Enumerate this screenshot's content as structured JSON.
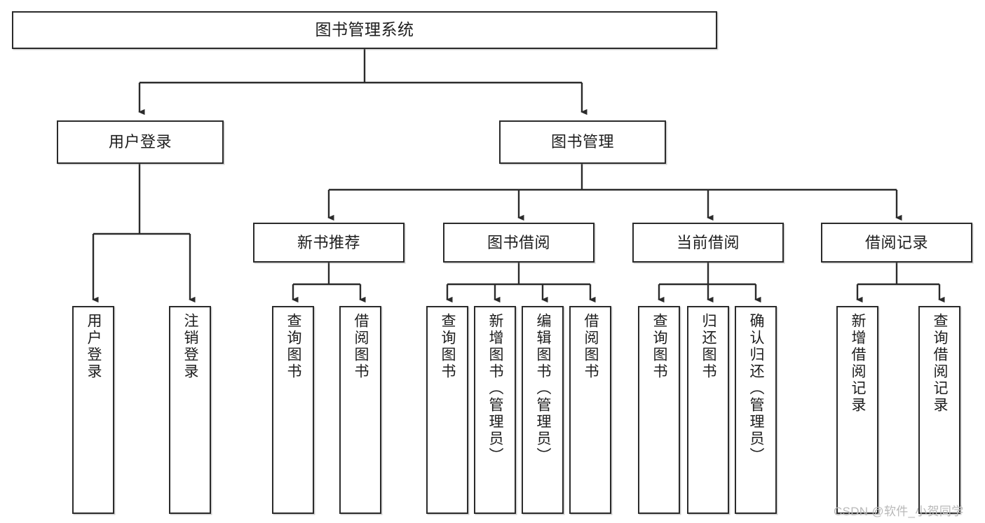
{
  "diagram": {
    "title": "图书管理系统",
    "type": "tree",
    "root": {
      "label": "图书管理系统"
    },
    "level2": [
      {
        "label": "用户登录"
      },
      {
        "label": "图书管理"
      }
    ],
    "level3": [
      {
        "label": "新书推荐"
      },
      {
        "label": "图书借阅"
      },
      {
        "label": "当前借阅"
      },
      {
        "label": "借阅记录"
      }
    ],
    "leaves": {
      "user_login": [
        {
          "label": "用户登录"
        },
        {
          "label": "注销登录"
        }
      ],
      "new_book_recommend": [
        {
          "label": "查询图书"
        },
        {
          "label": "借阅图书"
        }
      ],
      "book_borrow": [
        {
          "label": "查询图书"
        },
        {
          "label": "新增图书（管理员）"
        },
        {
          "label": "编辑图书（管理员）"
        },
        {
          "label": "借阅图书"
        }
      ],
      "current_borrow": [
        {
          "label": "查询图书"
        },
        {
          "label": "归还图书"
        },
        {
          "label": "确认归还（管理员）"
        }
      ],
      "borrow_record": [
        {
          "label": "新增借阅记录"
        },
        {
          "label": "查询借阅记录"
        }
      ]
    }
  },
  "watermark": {
    "text": "CSDN @软件_小贺同学"
  },
  "colors": {
    "border": "#2b2b2b",
    "background": "#ffffff",
    "text": "#1d1d1d",
    "watermark": "#b9b9b9"
  }
}
